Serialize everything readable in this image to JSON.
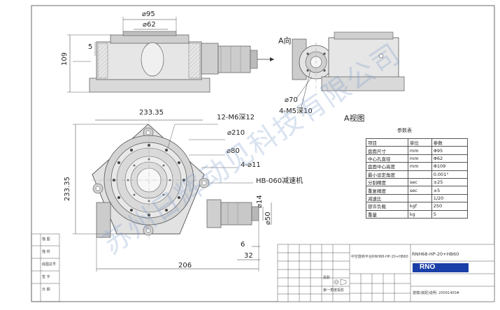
{
  "side_view": {
    "dims": {
      "d95": "⌀95",
      "d62": "⌀62",
      "h5": "5",
      "h109": "109"
    },
    "view_label": "A向"
  },
  "a_view": {
    "dims": {
      "d70": "⌀70",
      "m5": "4-M5深10"
    },
    "title": "A视图"
  },
  "top_view": {
    "dims": {
      "w233_top": "233.35",
      "h233_left": "233.35",
      "m6": "12-M6深12",
      "d210": "⌀210",
      "d80": "⌀80",
      "d11": "4-⌀11",
      "reducer": "HB-060减速机",
      "d14": "⌀14",
      "d50": "⌀50",
      "d6": "6",
      "d32": "32",
      "d206": "206"
    }
  },
  "param_table": {
    "title": "参数表",
    "header": [
      "项目",
      "单位",
      "参数"
    ],
    "rows": [
      [
        "盘面尺寸",
        "mm",
        "Φ95"
      ],
      [
        "中心孔直径",
        "mm",
        "Φ62"
      ],
      [
        "盘面中心高度",
        "mm",
        "Φ109"
      ],
      [
        "最小设定角度",
        "",
        "0.001°"
      ],
      [
        "分割精度",
        "sec",
        "±25"
      ],
      [
        "重复精度",
        "sec",
        "±5"
      ],
      [
        "减速比",
        "",
        "1/20"
      ],
      [
        "容许负载",
        "kgf",
        "250"
      ],
      [
        "重量",
        "kg",
        "5"
      ]
    ]
  },
  "title_block": {
    "part_name": "中空旋转平台RNH68-HP-20+HB60",
    "model": "RNH68-HP-20+HB60",
    "logo": "RNO",
    "mark1": "投影",
    "mark2": "第一角度投影",
    "note": "建模(装配)说明: 20091400#"
  },
  "left_block": {
    "labels": [
      "描 图",
      "描 校",
      "底图总号",
      "签 字",
      "日 期"
    ]
  },
  "watermark": "苏州日辉动见科技有限公司"
}
